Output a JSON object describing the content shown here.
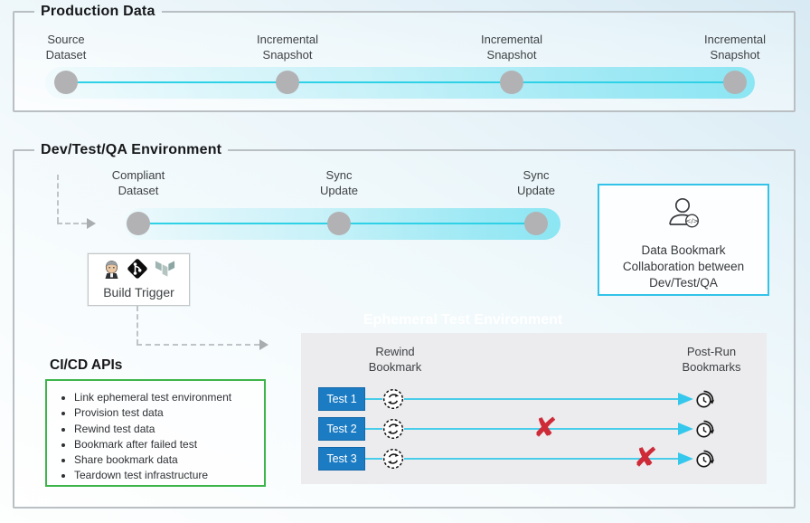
{
  "production": {
    "title": "Production Data",
    "nodes": [
      {
        "label": "Source\nDataset"
      },
      {
        "label": "Incremental\nSnapshot"
      },
      {
        "label": "Incremental\nSnapshot"
      },
      {
        "label": "Incremental\nSnapshot"
      }
    ]
  },
  "dev": {
    "title": "Dev/Test/QA Environment",
    "nodes": [
      {
        "label": "Compliant\nDataset"
      },
      {
        "label": "Sync\nUpdate"
      },
      {
        "label": "Sync\nUpdate"
      }
    ],
    "build_trigger": {
      "label": "Build Trigger",
      "icons": [
        "jenkins-icon",
        "git-icon",
        "terraform-icon"
      ]
    },
    "collab_box": {
      "icon": "user-code-icon",
      "text": "Data Bookmark\nCollaboration between\nDev/Test/QA"
    },
    "cicd": {
      "title": "CI/CD APIs",
      "items": [
        "Link ephemeral test environment",
        "Provision test data",
        "Rewind test data",
        "Bookmark after failed test",
        "Share bookmark data",
        "Teardown test infrastructure"
      ]
    },
    "ephemeral_label": "Ephemeral Test Environment",
    "test_panel": {
      "rewind_header": "Rewind\nBookmark",
      "postrun_header": "Post-Run\nBookmarks",
      "rows": [
        {
          "label": "Test 1"
        },
        {
          "label": "Test 2"
        },
        {
          "label": "Test 3"
        }
      ],
      "fail_mark": "✘"
    }
  },
  "colors": {
    "accent_cyan": "#2ed1e6",
    "track_cyan": "#8ce6f3",
    "node_gray": "#b2b2b4",
    "test_blue": "#1b7cc4",
    "fail_red": "#ce2a38",
    "cicd_green": "#3db54a",
    "collab_border_cyan": "#33c3e8",
    "panel_gray": "#ececee"
  }
}
